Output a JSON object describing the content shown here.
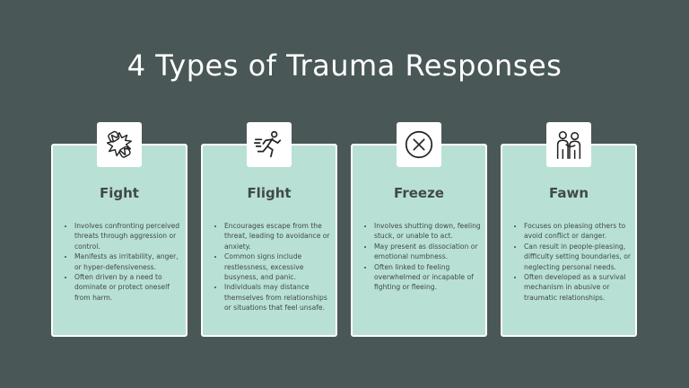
{
  "title": "4 Types of Trauma Responses",
  "cards": [
    {
      "title": "Fight",
      "icon": "fist-bump-icon",
      "points": [
        "Involves confronting perceived threats through aggression or control.",
        "Manifests as irritability, anger, or hyper-defensiveness.",
        "Often driven by a need to dominate or protect oneself from harm."
      ]
    },
    {
      "title": "Flight",
      "icon": "running-person-icon",
      "points": [
        "Encourages escape from the threat, leading to avoidance or anxiety.",
        "Common signs include restlessness, excessive busyness, and panic.",
        "Individuals may distance themselves from relationships or situations that feel unsafe."
      ]
    },
    {
      "title": "Freeze",
      "icon": "circle-x-icon",
      "points": [
        "Involves shutting down, feeling stuck, or unable to act.",
        "May present as dissociation or emotional numbness.",
        "Often linked to feeling overwhelmed or incapable of fighting or fleeing."
      ]
    },
    {
      "title": "Fawn",
      "icon": "people-embrace-icon",
      "points": [
        "Focuses on pleasing others to avoid conflict or danger.",
        "Can result in people-pleasing, difficulty setting boundaries, or neglecting personal needs.",
        "Often developed as a survival mechanism in abusive or traumatic relationships."
      ]
    }
  ],
  "colors": {
    "background": "#4a5757",
    "card": "#b9e0d4",
    "text": "#3f4a4a",
    "border": "#ffffff"
  }
}
